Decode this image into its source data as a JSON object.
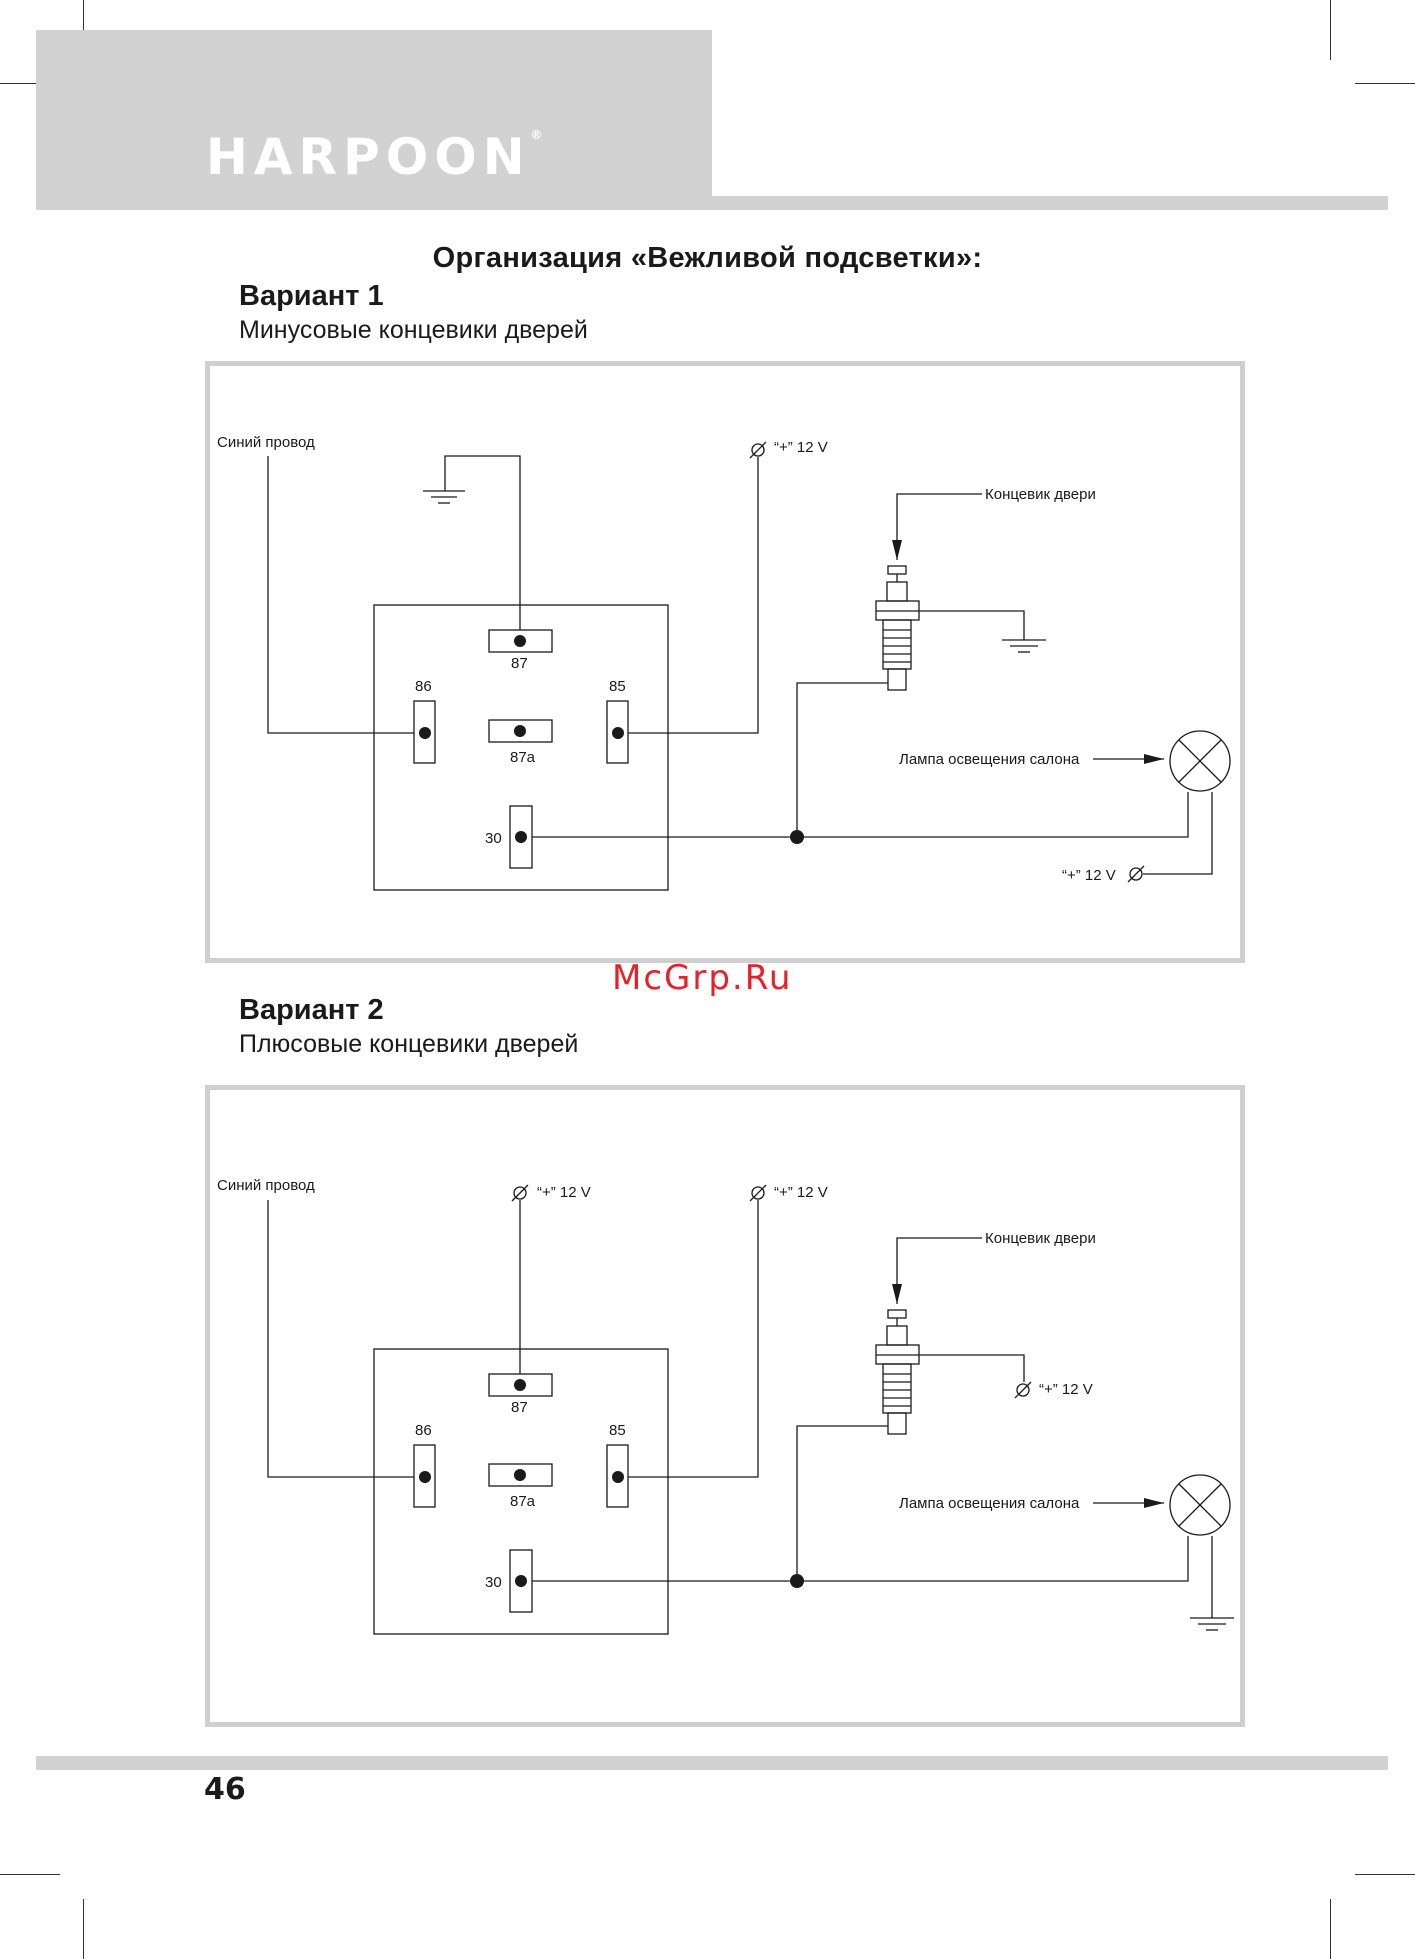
{
  "brand": {
    "name": "HARPOON",
    "mark": "®"
  },
  "page": {
    "title": "Организация «Вежливой подсветки»:",
    "number": "46",
    "watermark": "McGrp.Ru"
  },
  "variant1": {
    "title": "Вариант 1",
    "subtitle": "Минусовые концевики дверей",
    "labels": {
      "blue_wire": "Синий провод",
      "plus12_top": "“+” 12 V",
      "door_switch": "Концевик двери",
      "pin87": "87",
      "pin86": "86",
      "pin85": "85",
      "pin87a": "87a",
      "pin30": "30",
      "lamp": "Лампа освещения салона",
      "plus12_lamp": "“+” 12 V"
    }
  },
  "variant2": {
    "title": "Вариант 2",
    "subtitle": "Плюсовые концевики дверей",
    "labels": {
      "blue_wire": "Синий провод",
      "plus12_87": "“+” 12 V",
      "plus12_85": "“+” 12 V",
      "door_switch": "Концевик двери",
      "plus12_switch": "“+” 12 V",
      "pin87": "87",
      "pin86": "86",
      "pin85": "85",
      "pin87a": "87a",
      "pin30": "30",
      "lamp": "Лампа освещения салона"
    }
  }
}
